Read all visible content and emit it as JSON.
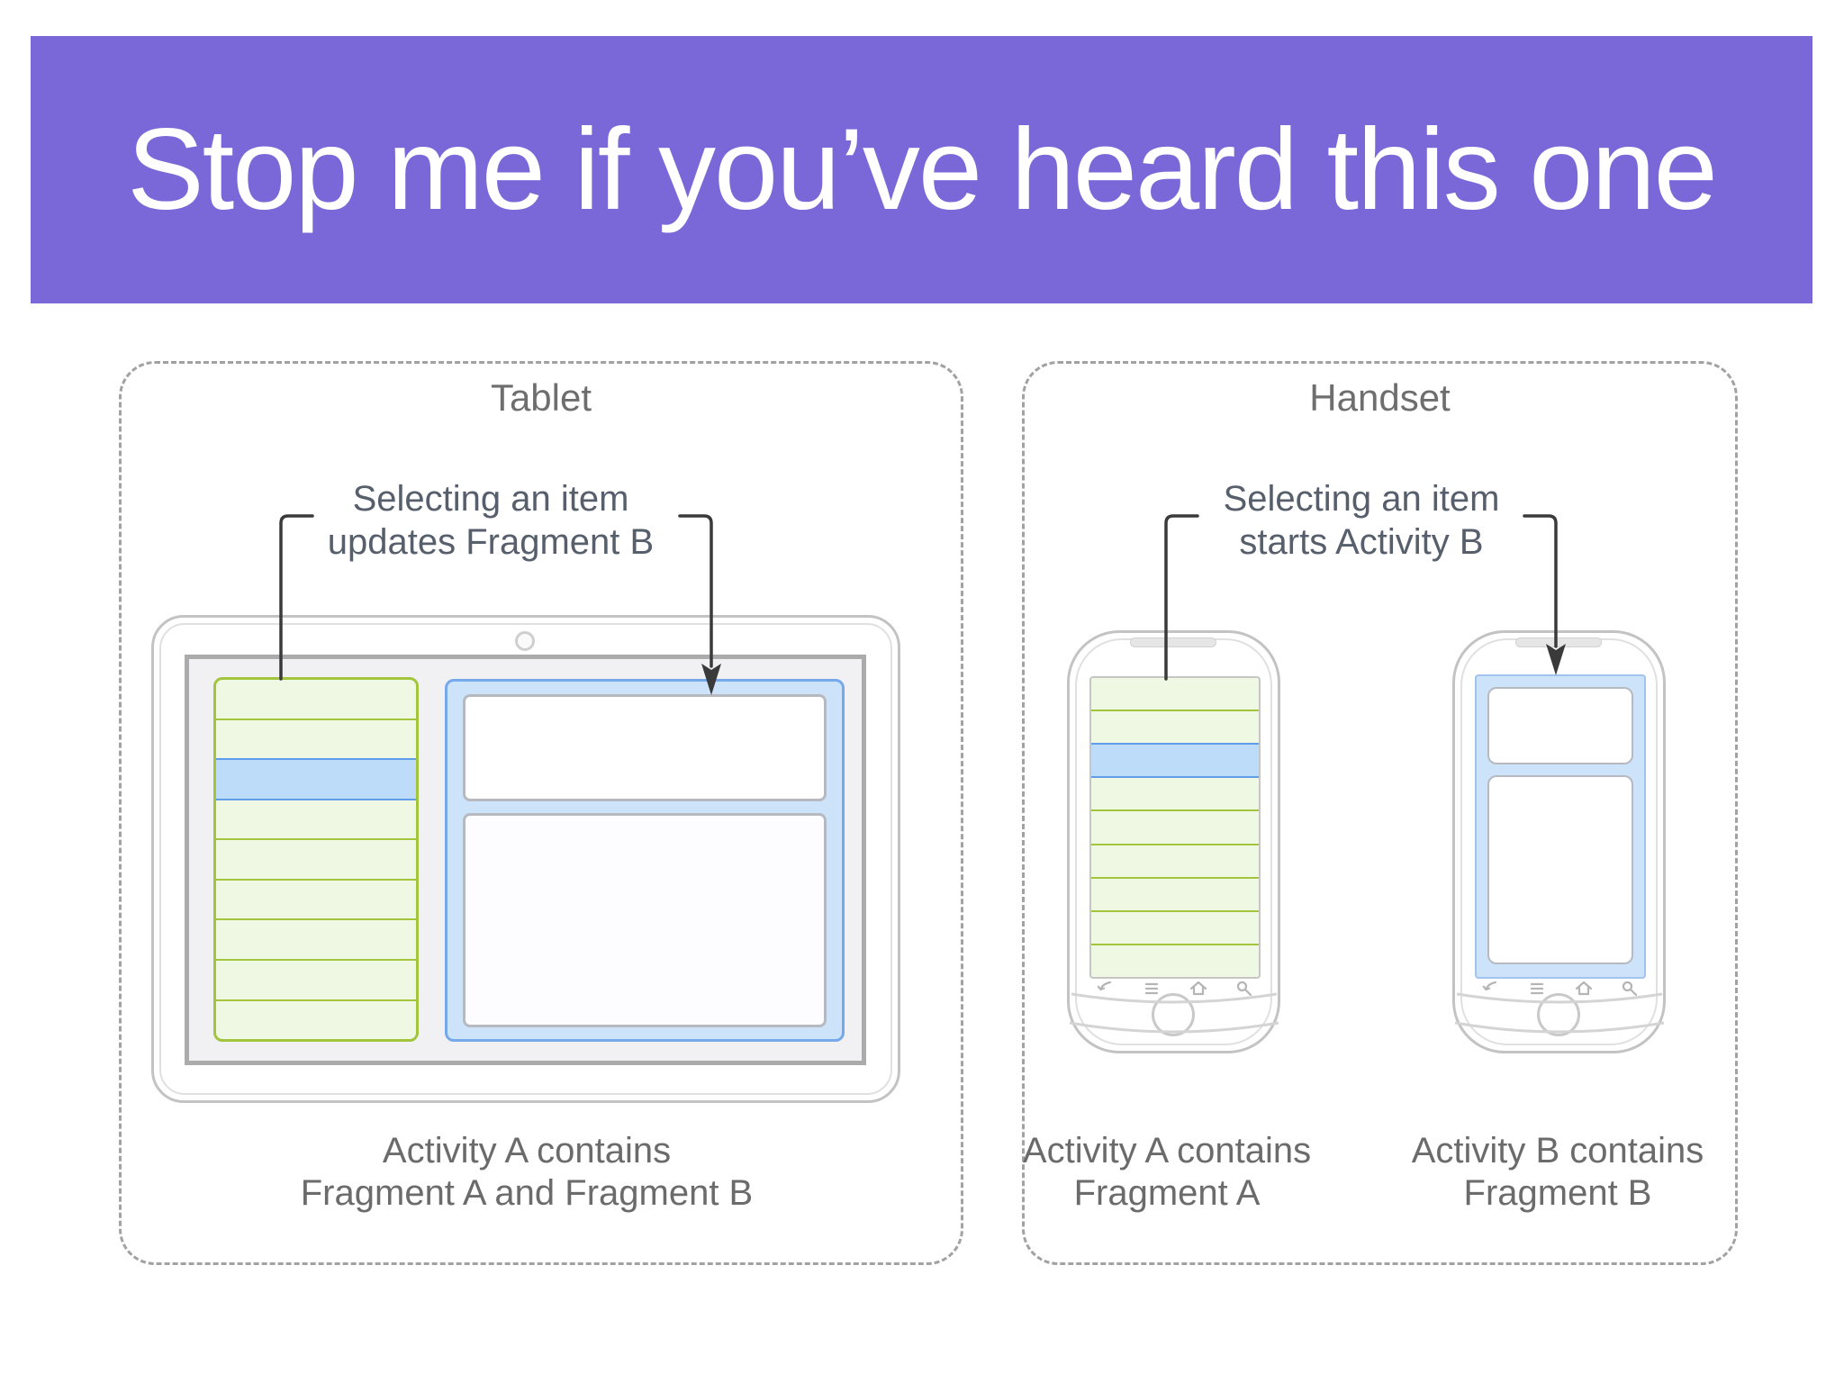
{
  "banner": {
    "title": "Stop me if you’ve heard this one"
  },
  "tablet_section": {
    "title": "Tablet",
    "annotation_line1": "Selecting an item",
    "annotation_line2": "updates Fragment B",
    "caption_line1": "Activity A contains",
    "caption_line2": "Fragment A and Fragment B",
    "fragment_a_list": {
      "row_count": 9,
      "selected_row": 3
    },
    "fragment_b_pane_count": 2
  },
  "handset_section": {
    "title": "Handset",
    "annotation_line1": "Selecting an item",
    "annotation_line2": "starts Activity B",
    "phone_a": {
      "caption_line1": "Activity A contains",
      "caption_line2": "Fragment A",
      "list": {
        "row_count": 9,
        "selected_row": 3
      }
    },
    "phone_b": {
      "caption_line1": "Activity B contains",
      "caption_line2": "Fragment B",
      "pane_count": 2
    }
  },
  "nav_icons": [
    "back",
    "menu",
    "home",
    "search"
  ],
  "colors": {
    "banner_bg": "#7b68d8",
    "banner_fg": "#ffffff",
    "dashed_border": "#a2a2a2",
    "device_border": "#c3c3c3",
    "screen_bg": "#f1f1f3",
    "screen_border": "#ababab",
    "list_fill": "#eff8e3",
    "list_border": "#a2c53d",
    "selected_fill": "#bddcfa",
    "selected_border": "#5f9de8",
    "fragment_b_fill": "#cde3f9",
    "fragment_b_border": "#76a9ea",
    "pane_border": "#b7b9c0",
    "connector": "#3a3a3a",
    "label_text": "#565f6b",
    "caption_text": "#6b6b6b"
  }
}
